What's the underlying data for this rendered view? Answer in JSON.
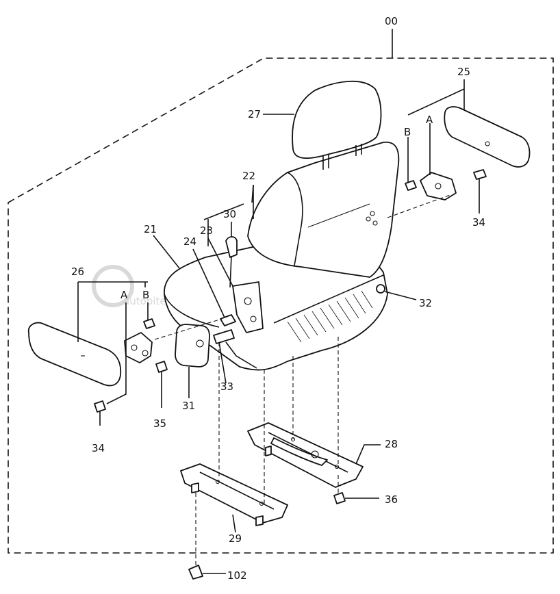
{
  "watermark": "autopiter.ru",
  "callouts": {
    "c00": "00",
    "c21": "21",
    "c22": "22",
    "c23": "23",
    "c24": "24",
    "c25": "25",
    "c26": "26",
    "c27": "27",
    "c28": "28",
    "c29": "29",
    "c30": "30",
    "c31": "31",
    "c32": "32",
    "c33": "33",
    "c34a": "34",
    "c34b": "34",
    "c35": "35",
    "c36": "36",
    "c102": "102",
    "ref_a_left": "A",
    "ref_b_left": "B",
    "ref_a_right": "A",
    "ref_b_right": "B"
  }
}
